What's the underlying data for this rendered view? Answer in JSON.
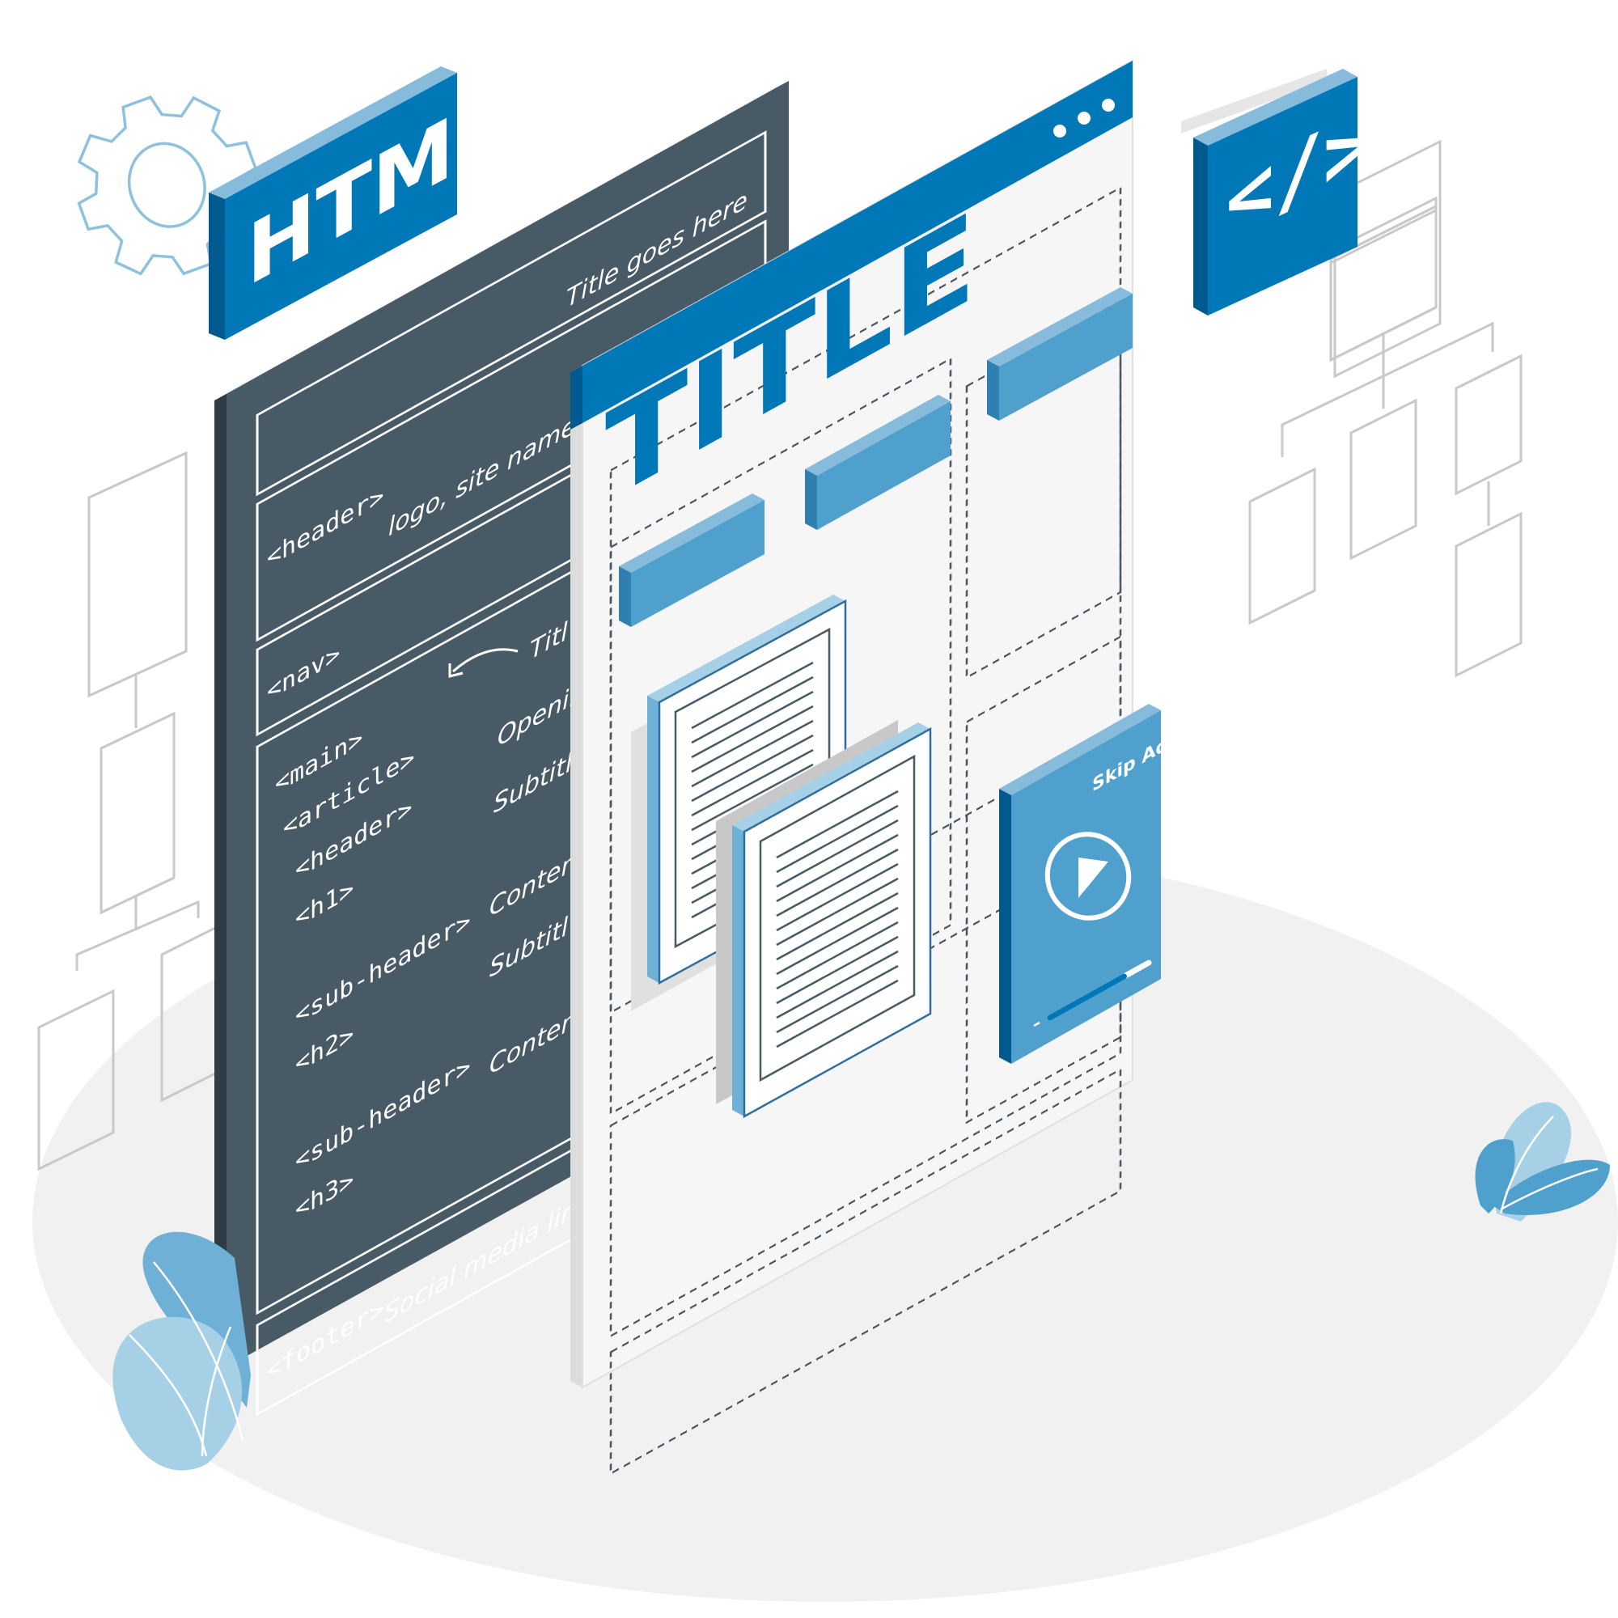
{
  "badges": {
    "html_label": "HTML",
    "code_label": "</>"
  },
  "code_panel": {
    "title_line": "Title goes here",
    "header_tag": "<header>",
    "header_note": "logo, site name,",
    "nav_tag": "<nav>",
    "main_tag": "<main>",
    "article_tag": "<article>",
    "inner_header_tag": "<header>",
    "h1_tag": "<h1>",
    "sub_header_1": "<sub-header>",
    "h2_tag": "<h2>",
    "sub_header_2": "<sub-header>",
    "h3_tag": "<h3>",
    "note_title": "Titl",
    "note_opening": "Openin",
    "note_subtitle_1": "Subtitl",
    "note_content_1": "Conten",
    "note_subtitle_2": "Subtitl",
    "note_content_2": "Conten",
    "footer_tag": "<footer>",
    "footer_note": "Social media link"
  },
  "page_panel": {
    "title": "TITLE",
    "skip_ads": "Skip Ads",
    "video_progress": 0.75
  },
  "colors": {
    "dark_panel": "#475a65",
    "blue": "#0077b6",
    "mid_blue": "#4fa0cc",
    "light_blue": "#a6d0e6"
  },
  "icons": [
    "gear-icon",
    "play-icon",
    "code-icon",
    "plant-icon"
  ]
}
